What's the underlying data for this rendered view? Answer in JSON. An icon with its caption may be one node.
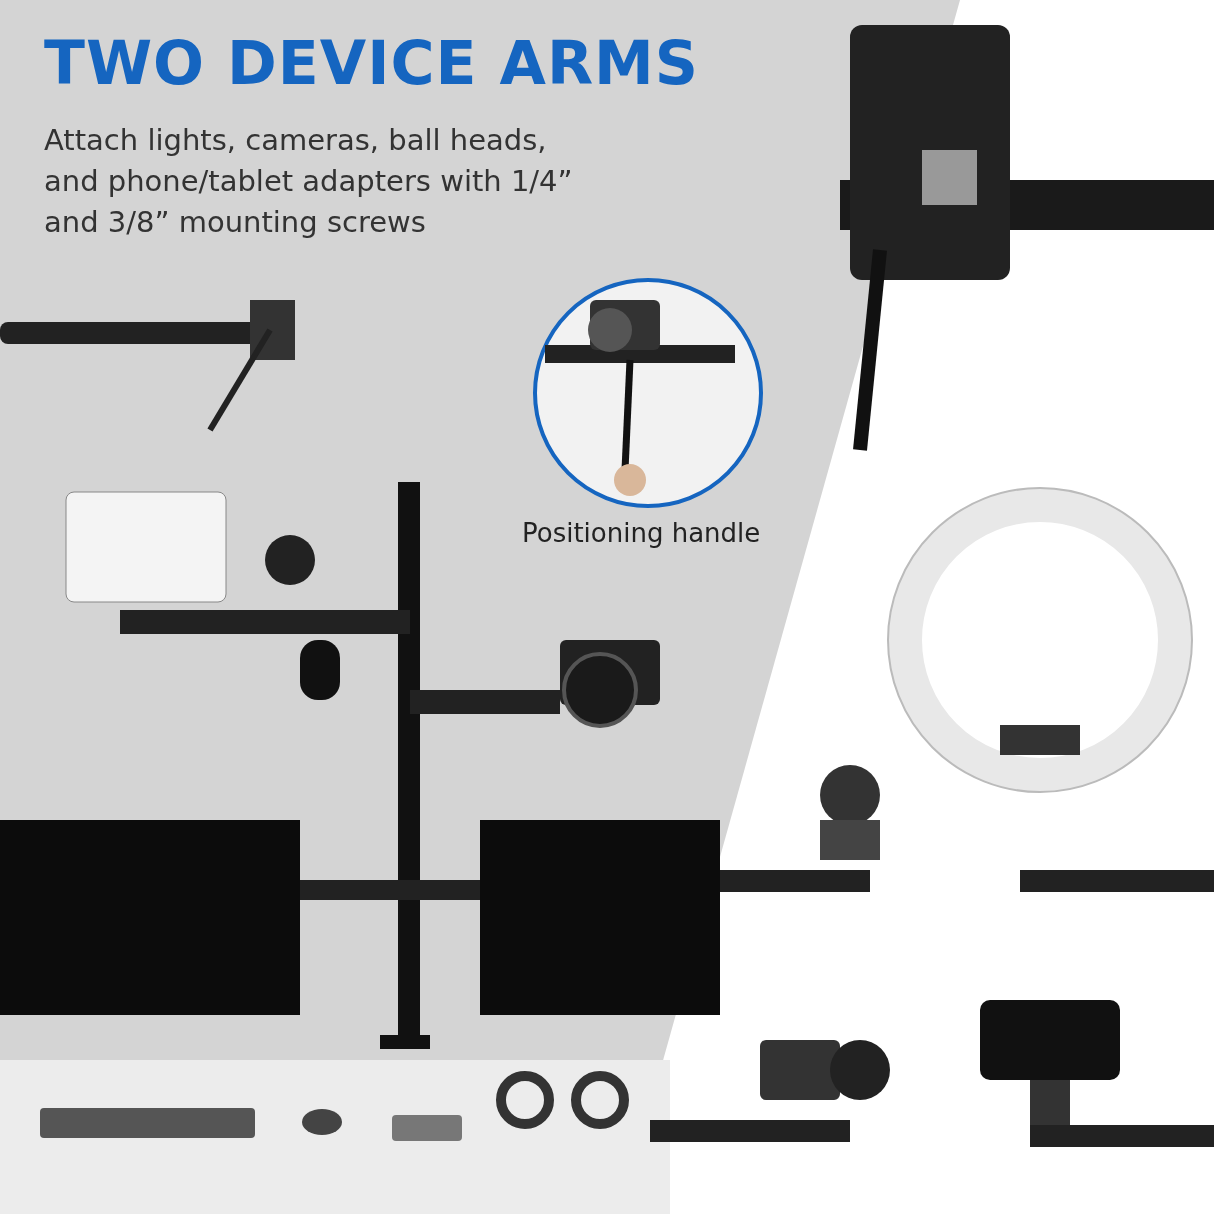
{
  "diagram": {
    "title": "TWO DEVICE ARMS",
    "labels": [
      "Attach lights, cameras, ball heads, and phone/tablet adapters with 1/4” and 3/8” mounting screws",
      "Positioning handle"
    ]
  }
}
